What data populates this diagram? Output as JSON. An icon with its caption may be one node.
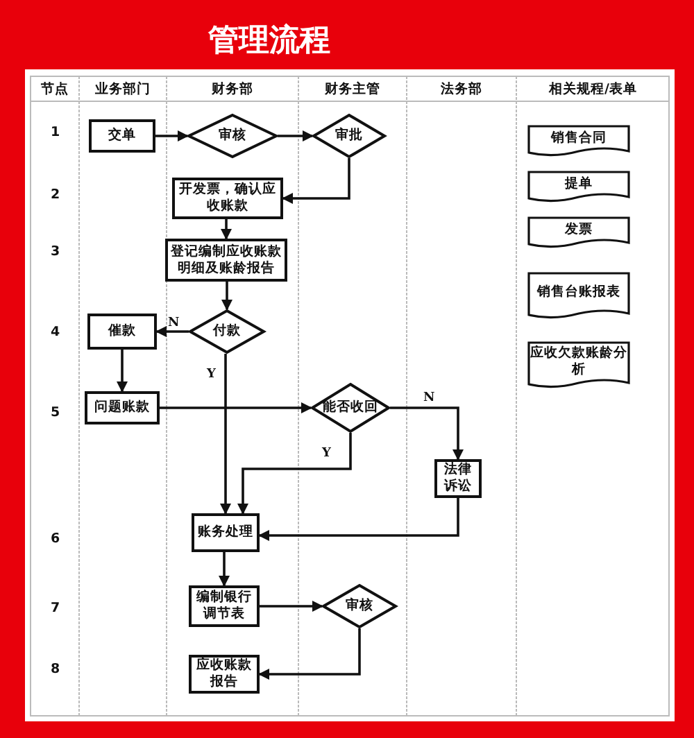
{
  "diagram": {
    "title": "管理流程",
    "nodes": [
      {
        "text": [
          "交单"
        ]
      },
      {
        "text": [
          "审核"
        ]
      },
      {
        "text": [
          "审批"
        ]
      },
      {
        "text": [
          "开发票，确认应收账款"
        ]
      },
      {
        "text": [
          "登记编制应收账款明细及账龄报告"
        ]
      },
      {
        "text": [
          "付款"
        ]
      },
      {
        "text": [
          "催款"
        ]
      },
      {
        "text": [
          "问题账款"
        ]
      },
      {
        "text": [
          "能否收回"
        ]
      },
      {
        "text": [
          "法律诉讼"
        ]
      },
      {
        "text": [
          "账务处理"
        ]
      },
      {
        "text": [
          "编制银行调节表"
        ]
      },
      {
        "text": [
          "审核"
        ]
      },
      {
        "text": [
          "应收账款报告"
        ]
      },
      {
        "text": [
          "销售合同"
        ]
      },
      {
        "text": [
          "提单"
        ]
      },
      {
        "text": [
          "发票"
        ]
      },
      {
        "text": [
          "销售台账报表"
        ]
      },
      {
        "text": [
          "应收欠款账龄分析"
        ]
      }
    ],
    "edges": [
      {
        "from": 0,
        "to": 1,
        "arrow": "to"
      },
      {
        "from": 1,
        "to": 2,
        "arrow": "to"
      },
      {
        "from": 2,
        "to": 3,
        "arrow": "to"
      },
      {
        "from": 3,
        "to": 4,
        "arrow": "to"
      },
      {
        "from": 4,
        "to": 5,
        "arrow": "to"
      },
      {
        "from": 5,
        "to": 6,
        "arrow": "to",
        "label": "N"
      },
      {
        "from": 5,
        "to": 10,
        "arrow": "to",
        "label": "Y"
      },
      {
        "from": 6,
        "to": 7,
        "arrow": "to"
      },
      {
        "from": 7,
        "to": 8,
        "arrow": "to"
      },
      {
        "from": 8,
        "to": 10,
        "arrow": "to",
        "label": "Y"
      },
      {
        "from": 8,
        "to": 9,
        "arrow": "to",
        "label": "N"
      },
      {
        "from": 9,
        "to": 10,
        "arrow": "to"
      },
      {
        "from": 10,
        "to": 11,
        "arrow": "to"
      },
      {
        "from": 11,
        "to": 12,
        "arrow": "to"
      },
      {
        "from": 12,
        "to": 13,
        "arrow": "to"
      }
    ],
    "labels": [
      "节点",
      "业务部门",
      "财务部",
      "财务主管",
      "法务部",
      "相关规程/表单",
      "1",
      "2",
      "3",
      "4",
      "5",
      "6",
      "7",
      "8"
    ]
  }
}
